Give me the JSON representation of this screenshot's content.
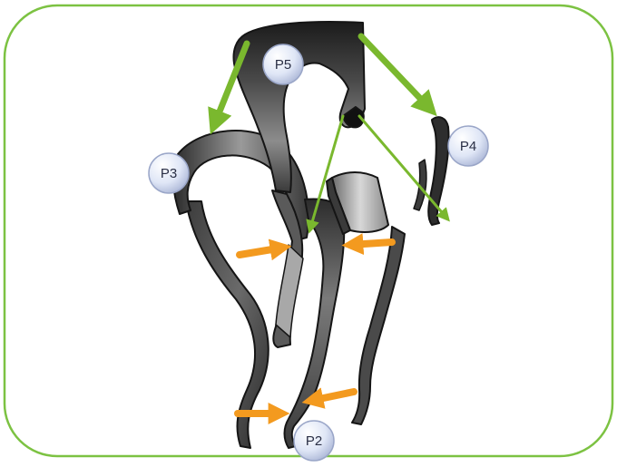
{
  "colors": {
    "frame_border": "#7cc242",
    "green_arrow": "#7ab82e",
    "orange_arrow": "#f39a1f",
    "badge_fill": "#dfe6f6",
    "badge_stroke": "#9aa6c8",
    "badge_text": "#2a2f45",
    "figure_dark": "#2b2b2b",
    "figure_light": "#bdbdbd"
  },
  "labels": {
    "p5": "P5",
    "p4": "P4",
    "p3": "P3",
    "p2": "P2"
  }
}
